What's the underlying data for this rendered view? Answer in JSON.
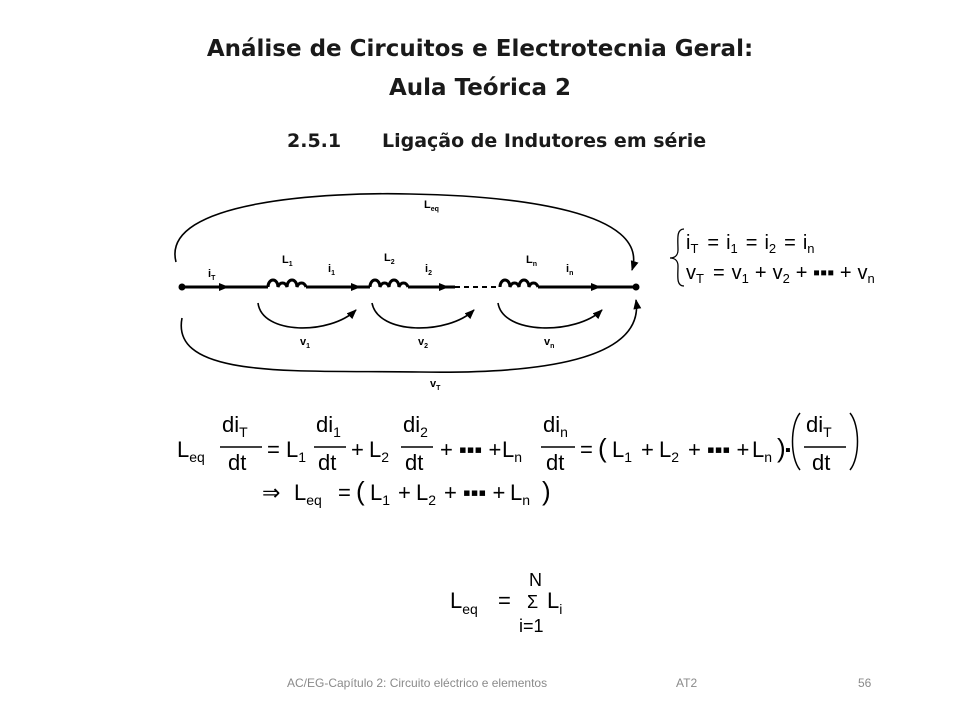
{
  "slide": {
    "title_line1": "Análise de Circuitos e Electrotecnia Geral:",
    "title_line2": "Aula Teórica 2",
    "section_number": "2.5.1",
    "section_title": "Ligação de Indutores em série"
  },
  "circuit": {
    "equivalent_label": {
      "main": "L",
      "sub": "eq"
    },
    "current_total": {
      "main": "i",
      "sub": "T"
    },
    "inductors": [
      {
        "main": "L",
        "sub": "1"
      },
      {
        "main": "L",
        "sub": "2"
      },
      {
        "main": "L",
        "sub": "n"
      }
    ],
    "currents": [
      {
        "main": "i",
        "sub": "1"
      },
      {
        "main": "i",
        "sub": "2"
      },
      {
        "main": "i",
        "sub": "n"
      }
    ],
    "voltages": [
      {
        "main": "v",
        "sub": "1"
      },
      {
        "main": "v",
        "sub": "2"
      },
      {
        "main": "v",
        "sub": "n"
      }
    ],
    "voltage_total": {
      "main": "v",
      "sub": "T"
    }
  },
  "system_equations": {
    "line1": {
      "t0": "i",
      "s0": "T",
      "t1": "=",
      "t2": "i",
      "s2": "1",
      "t3": "=",
      "t4": "i",
      "s4": "2",
      "t5": "=",
      "t6": "i",
      "s6": "n"
    },
    "line2": {
      "t0": "v",
      "s0": "T",
      "t1": "=",
      "t2": "v",
      "s2": "1",
      "t3": "+",
      "t4": "v",
      "s4": "2",
      "t5": "+ ▪▪▪ +",
      "t6": "v",
      "s6": "n"
    }
  },
  "equation_main": {
    "L": "L",
    "eq": "eq",
    "di": "di",
    "T": "T",
    "dt": "dt",
    "eq_sign": "=",
    "L1": "L",
    "s1": "1",
    "i1": "di",
    "si1": "1",
    "plus": "+",
    "L2": "L",
    "s2": "2",
    "i2": "di",
    "si2": "2",
    "dots": "+ ▪▪▪ +",
    "Ln": "L",
    "sn": "n",
    "in": "di",
    "sin": "n",
    "eq2": "=",
    "lp": "(",
    "rp": ")",
    "mult": "▪",
    "plus2": "+",
    "dots2": "+ ▪▪▪ +"
  },
  "equation_result": {
    "implies": "⇒",
    "L": "L",
    "eq": "eq",
    "eq_sign": "=",
    "lp": "(",
    "L1": "L",
    "s1": "1",
    "plus": "+",
    "L2": "L",
    "s2": "2",
    "dots": "+ ▪▪▪ +",
    "Ln": "L",
    "sn": "n",
    "rp": ")"
  },
  "equation_sum": {
    "L": "L",
    "eq": "eq",
    "eq_sign": "=",
    "sigma": "Σ",
    "Li": "L",
    "si": "i",
    "upper": "N",
    "lower": "i=1"
  },
  "footer": {
    "chapter": "AC/EG-Capítulo 2: Circuito eléctrico e elementos",
    "lecture": "AT2",
    "page": "56"
  }
}
